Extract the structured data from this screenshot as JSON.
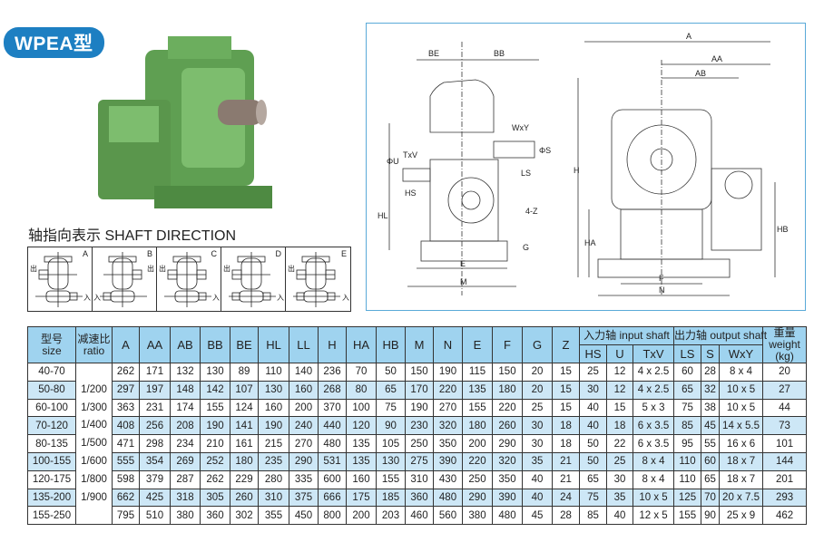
{
  "title": "WPEA型",
  "shaft_direction": {
    "title": "轴指向表示  SHAFT DIRECTION",
    "items": [
      {
        "letter": "A",
        "out": "出",
        "in": "入"
      },
      {
        "letter": "B",
        "out": "出",
        "in": "入"
      },
      {
        "letter": "C",
        "out": "出",
        "in": "入"
      },
      {
        "letter": "D",
        "out": "出",
        "in": "入"
      },
      {
        "letter": "E",
        "out": "出",
        "in": "入"
      }
    ]
  },
  "drawing": {
    "labels": {
      "BE": "BE",
      "BB": "BB",
      "WxY": "WxY",
      "U": "ΦU",
      "TxV": "TxV",
      "S": "ΦS",
      "LS": "LS",
      "HS": "HS",
      "HL": "HL",
      "Z": "4-Z",
      "G": "G",
      "E": "E",
      "M": "M",
      "A": "A",
      "AA": "AA",
      "AB": "AB",
      "H": "H",
      "HA": "HA",
      "HB": "HB",
      "F": "F",
      "N": "N"
    }
  },
  "table": {
    "headers": {
      "size_cn": "型号",
      "size_en": "size",
      "ratio_cn": "减速比",
      "ratio_en": "ratio",
      "cols": [
        "A",
        "AA",
        "AB",
        "BB",
        "BE",
        "HL",
        "LL",
        "H",
        "HA",
        "HB",
        "M",
        "N",
        "E",
        "F",
        "G",
        "Z"
      ],
      "input_shaft": "入力轴 input shaft",
      "input_cols": [
        "HS",
        "U",
        "TxV"
      ],
      "output_shaft": "出力轴 output shaft",
      "output_cols": [
        "LS",
        "S",
        "WxY"
      ],
      "weight_cn": "重量",
      "weight_en": "weight",
      "weight_unit": "(kg)"
    },
    "ratios": [
      "1/200",
      "1/300",
      "1/400",
      "1/500",
      "1/600",
      "1/800",
      "1/900"
    ],
    "rows": [
      [
        "40-70",
        "262",
        "171",
        "132",
        "130",
        "89",
        "110",
        "140",
        "236",
        "70",
        "50",
        "150",
        "190",
        "115",
        "150",
        "20",
        "15",
        "25",
        "12",
        "4 x 2.5",
        "60",
        "28",
        "8 x 4",
        "20"
      ],
      [
        "50-80",
        "297",
        "197",
        "148",
        "142",
        "107",
        "130",
        "160",
        "268",
        "80",
        "65",
        "170",
        "220",
        "135",
        "180",
        "20",
        "15",
        "30",
        "12",
        "4 x 2.5",
        "65",
        "32",
        "10 x 5",
        "27"
      ],
      [
        "60-100",
        "363",
        "231",
        "174",
        "155",
        "124",
        "160",
        "200",
        "370",
        "100",
        "75",
        "190",
        "270",
        "155",
        "220",
        "25",
        "15",
        "40",
        "15",
        "5 x 3",
        "75",
        "38",
        "10 x 5",
        "44"
      ],
      [
        "70-120",
        "408",
        "256",
        "208",
        "190",
        "141",
        "190",
        "240",
        "440",
        "120",
        "90",
        "230",
        "320",
        "180",
        "260",
        "30",
        "18",
        "40",
        "18",
        "6 x 3.5",
        "85",
        "45",
        "14 x 5.5",
        "73"
      ],
      [
        "80-135",
        "471",
        "298",
        "234",
        "210",
        "161",
        "215",
        "270",
        "480",
        "135",
        "105",
        "250",
        "350",
        "200",
        "290",
        "30",
        "18",
        "50",
        "22",
        "6 x 3.5",
        "95",
        "55",
        "16 x 6",
        "101"
      ],
      [
        "100-155",
        "555",
        "354",
        "269",
        "252",
        "180",
        "235",
        "290",
        "531",
        "135",
        "130",
        "275",
        "390",
        "220",
        "320",
        "35",
        "21",
        "50",
        "25",
        "8 x 4",
        "110",
        "60",
        "18 x 7",
        "144"
      ],
      [
        "120-175",
        "598",
        "379",
        "287",
        "262",
        "229",
        "280",
        "335",
        "600",
        "160",
        "155",
        "310",
        "430",
        "250",
        "350",
        "40",
        "21",
        "65",
        "30",
        "8 x 4",
        "110",
        "65",
        "18 x 7",
        "201"
      ],
      [
        "135-200",
        "662",
        "425",
        "318",
        "305",
        "260",
        "310",
        "375",
        "666",
        "175",
        "185",
        "360",
        "480",
        "290",
        "390",
        "40",
        "24",
        "75",
        "35",
        "10 x 5",
        "125",
        "70",
        "20 x 7.5",
        "293"
      ],
      [
        "155-250",
        "795",
        "510",
        "380",
        "360",
        "302",
        "355",
        "450",
        "800",
        "200",
        "203",
        "460",
        "560",
        "380",
        "480",
        "45",
        "28",
        "85",
        "40",
        "12 x 5",
        "155",
        "90",
        "25 x 9",
        "462"
      ]
    ]
  }
}
